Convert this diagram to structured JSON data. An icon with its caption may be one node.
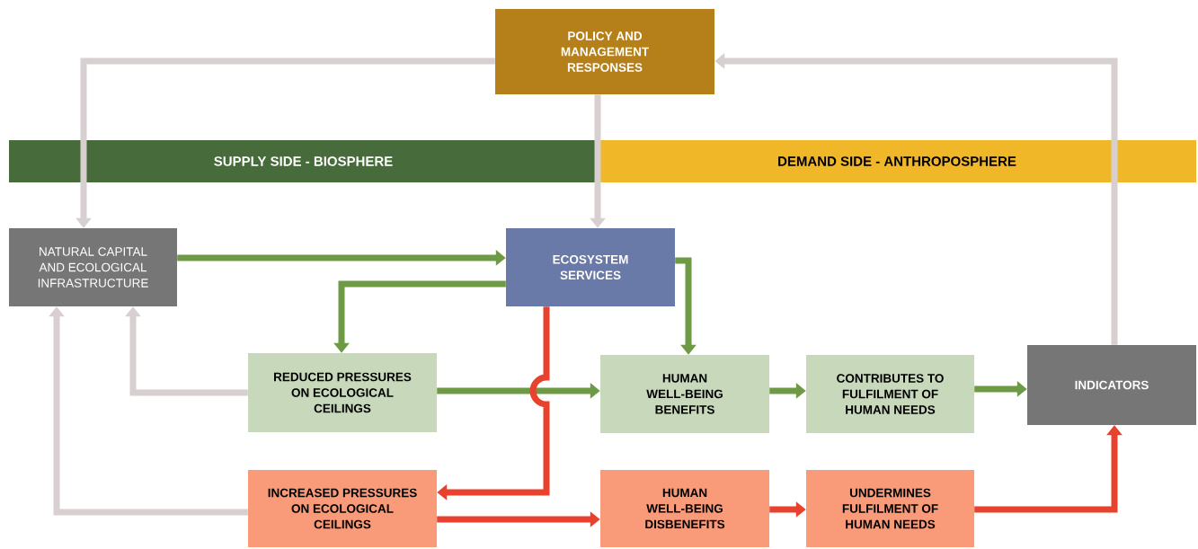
{
  "diagram": {
    "nodes": [
      {
        "text": [
          "POLICY AND MANAGEMENT RESPONSES"
        ]
      },
      {
        "text": [
          "NATURAL CAPITAL AND ECOLOGICAL INFRASTRUCTURE"
        ]
      },
      {
        "text": [
          "ECOSYSTEM SERVICES"
        ]
      },
      {
        "text": [
          "REDUCED PRESSURES ON ECOLOGICAL CEILINGS"
        ]
      },
      {
        "text": [
          "HUMAN WELL-BEING BENEFITS"
        ]
      },
      {
        "text": [
          "CONTRIBUTES TO FULFILMENT OF HUMAN NEEDS"
        ]
      },
      {
        "text": [
          "INDICATORS"
        ]
      },
      {
        "text": [
          "INCREASED PRESSURES ON ECOLOGICAL CEILINGS"
        ]
      },
      {
        "text": [
          "HUMAN WELL-BEING DISBENEFITS"
        ]
      },
      {
        "text": [
          "UNDERMINES FULFILMENT OF HUMAN NEEDS"
        ]
      }
    ],
    "edges": [
      {
        "from": 0,
        "to": 1,
        "arrow": "to",
        "color": "#d8d0d0"
      },
      {
        "from": 0,
        "to": 2,
        "arrow": "to",
        "color": "#d8d0d0"
      },
      {
        "from": 6,
        "to": 0,
        "arrow": "to",
        "color": "#d8d0d0"
      },
      {
        "from": 1,
        "to": 2,
        "arrow": "to"
      },
      {
        "from": 2,
        "to": 3,
        "arrow": "to"
      },
      {
        "from": 2,
        "to": 4,
        "arrow": "to"
      },
      {
        "from": 3,
        "to": 4,
        "arrow": "to"
      },
      {
        "from": 4,
        "to": 5,
        "arrow": "to"
      },
      {
        "from": 5,
        "to": 6,
        "arrow": "to"
      },
      {
        "from": 3,
        "to": 1,
        "arrow": "to",
        "color": "#d8d0d0"
      },
      {
        "from": 7,
        "to": 1,
        "arrow": "to",
        "color": "#d8d0d0"
      },
      {
        "from": 2,
        "to": 7,
        "arrow": "to",
        "color": "#e8412d"
      },
      {
        "from": 7,
        "to": 8,
        "arrow": "to",
        "color": "#e8412d"
      },
      {
        "from": 8,
        "to": 9,
        "arrow": "to",
        "color": "#e8412d"
      },
      {
        "from": 9,
        "to": 6,
        "arrow": "to",
        "color": "#e8412d"
      }
    ],
    "labels": [
      "SUPPLY SIDE - BIOSPHERE",
      "DEMAND SIDE - ANTHROPOSPHERE"
    ]
  }
}
